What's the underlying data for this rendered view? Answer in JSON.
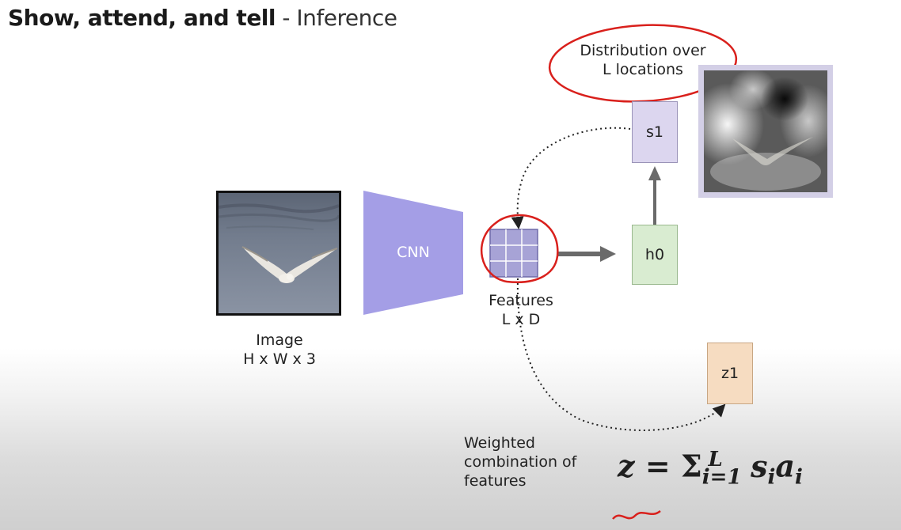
{
  "title": {
    "main": "Show, attend, and tell",
    "separator": " - ",
    "sub": "Inference"
  },
  "image_label": {
    "line1": "Image",
    "line2": "H x W x 3"
  },
  "cnn_label": "CNN",
  "features_label": {
    "line1": "Features",
    "line2": "L x D"
  },
  "nodes": {
    "h0": "h0",
    "s1": "s1",
    "z1": "z1"
  },
  "distribution_label": {
    "line1": "Distribution over",
    "line2": "L locations"
  },
  "weighted_label": {
    "line1": "Weighted",
    "line2": "combination of",
    "line3": "features"
  },
  "formula": {
    "lhs": "z",
    "eq": "=",
    "sum": "Σ",
    "sub": "i=1",
    "sup": "L",
    "term1": "s",
    "term1_sub": "i",
    "term2": "a",
    "term2_sub": "i"
  },
  "colors": {
    "cnn": "#a49ee6",
    "features_grid": "#a7a3d6",
    "s1_box": "#dcd6ef",
    "h0_box": "#d9ecd1",
    "z1_box": "#f6dcc1",
    "annotation_red": "#d9201c",
    "arrow_gray": "#6a6a6a"
  }
}
